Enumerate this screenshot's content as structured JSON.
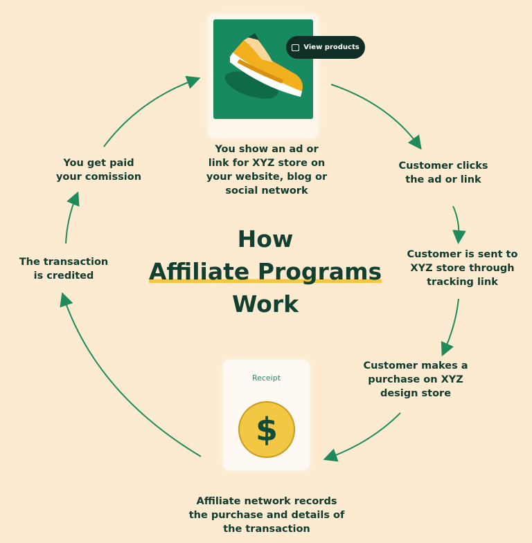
{
  "title": {
    "line1": "How",
    "line2": "Affiliate Programs",
    "line3": "Work"
  },
  "product_card": {
    "button_label": "View products",
    "icon": "shopping-bag-icon"
  },
  "receipt_card": {
    "label": "Receipt",
    "icon": "dollar-coin-icon"
  },
  "steps": [
    {
      "text": "You show an ad or\nlink for XYZ store on\nyour website, blog or\nsocial network"
    },
    {
      "text": "Customer clicks\nthe ad or link"
    },
    {
      "text": "Customer is sent to\nXYZ store through\ntracking link"
    },
    {
      "text": "Customer makes a\npurchase on XYZ\ndesign store"
    },
    {
      "text": "Affiliate network records\nthe purchase and details of\nthe transaction"
    },
    {
      "text": "The transaction\nis credited"
    },
    {
      "text": "You get paid\nyour comission"
    }
  ],
  "colors": {
    "background": "#fcebd0",
    "text": "#0f3a2c",
    "arrow": "#1f8a5a",
    "card_green": "#178a5f",
    "coin": "#f2c744",
    "highlight": "#f2c744"
  }
}
